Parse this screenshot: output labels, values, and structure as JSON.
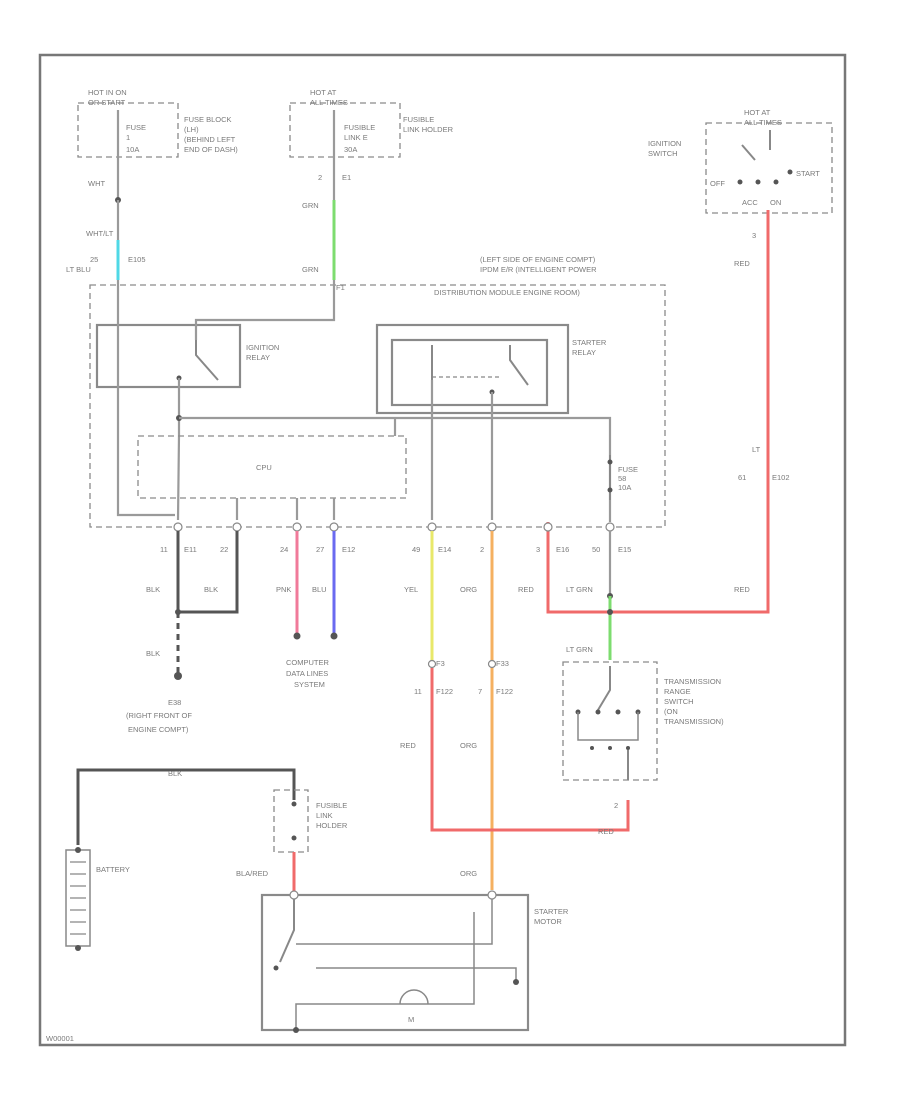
{
  "components": {
    "fuse_block": {
      "hot": "HOT IN ON",
      "hot2": "OR START",
      "fuse": "FUSE",
      "amp": "10A",
      "pin": "1",
      "desc1": "FUSE BLOCK",
      "desc2": "(LH)",
      "desc3": "(BEHIND LEFT",
      "desc4": "END OF DASH)"
    },
    "fusible_top": {
      "hot": "HOT AT",
      "hot2": "ALL TIMES",
      "label1": "FUSIBLE",
      "label2": "LINK E",
      "amp": "30A",
      "desc1": "FUSIBLE",
      "desc2": "LINK HOLDER"
    },
    "ignition_switch": {
      "hot": "HOT AT",
      "hot2": "ALL TIMES",
      "name1": "IGNITION",
      "name2": "SWITCH",
      "off": "OFF",
      "start": "START",
      "acc": "ACC",
      "on": "ON",
      "pin": "3"
    },
    "ipdm": {
      "line1": "(LEFT SIDE OF ENGINE COMPT)",
      "line2": "IPDM E/R (INTELLIGENT POWER",
      "line3": "DISTRIBUTION MODULE ENGINE ROOM)"
    },
    "ignition_relay": {
      "line1": "IGNITION",
      "line2": "RELAY"
    },
    "starter_relay": {
      "line1": "STARTER",
      "line2": "RELAY"
    },
    "cpu": "CPU",
    "fuse_internal": {
      "line1": "FUSE",
      "line2": "58",
      "line3": "10A"
    },
    "ground": {
      "id": "E38",
      "desc1": "(RIGHT FRONT OF",
      "desc2": "ENGINE COMPT)"
    },
    "data_lines": {
      "line1": "COMPUTER",
      "line2": "DATA LINES",
      "line3": "SYSTEM"
    },
    "trs": {
      "line1": "TRANSMISSION",
      "line2": "RANGE",
      "line3": "SWITCH",
      "line4": "(ON",
      "line5": "TRANSMISSION)",
      "pin": "2"
    },
    "battery": "BATTERY",
    "fusible_bottom": {
      "line1": "FUSIBLE",
      "line2": "LINK",
      "line3": "HOLDER"
    },
    "starter_motor": {
      "line1": "STARTER",
      "line2": "MOTOR",
      "m": "M"
    }
  },
  "wires": {
    "wht": "WHT",
    "wht_lt": "WHT/LT",
    "e105_pin": "25",
    "e105": "E105",
    "lt_blu": "LT BLU",
    "pin_2": "2",
    "e1": "E1",
    "grn": "GRN",
    "grn2": "GRN",
    "f1": "F1",
    "red_sw": "RED",
    "lt_f": "LT",
    "pin_61": "61",
    "e102": "E102",
    "red_mid": "RED",
    "blk1": "BLK",
    "blk2": "BLK",
    "blk3": "BLK",
    "pnk": "PNK",
    "blu": "BLU",
    "yel": "YEL",
    "org1": "ORG",
    "red_relay": "RED",
    "lt_grn1": "LT GRN",
    "lt_grn2": "LT GRN",
    "red_starter": "RED",
    "org2": "ORG",
    "red_trs": "RED",
    "org3": "ORG",
    "blk_top": "BLK",
    "bla_red": "BLA/RED",
    "m8": "M",
    "pins": {
      "p11": "11",
      "e11": "E11",
      "p22": "22",
      "p24": "24",
      "p27": "27",
      "e12": "E12",
      "p49": "49",
      "e14": "E14",
      "p2": "2",
      "p3": "3",
      "e16": "E16",
      "p50": "50",
      "e15": "E15"
    },
    "f3": "F3",
    "p11b": "11",
    "f122": "F122",
    "f33": "F33",
    "p7": "7",
    "f122b": "F122"
  },
  "colors": {
    "green": "#7ddc6f",
    "cyan": "#4fd8e6",
    "red": "#f06a6a",
    "pink": "#f07a9a",
    "blue": "#6a6af0",
    "yellow": "#e8e86a",
    "orange": "#f5b060",
    "black": "#555555"
  },
  "footer": "W00001"
}
